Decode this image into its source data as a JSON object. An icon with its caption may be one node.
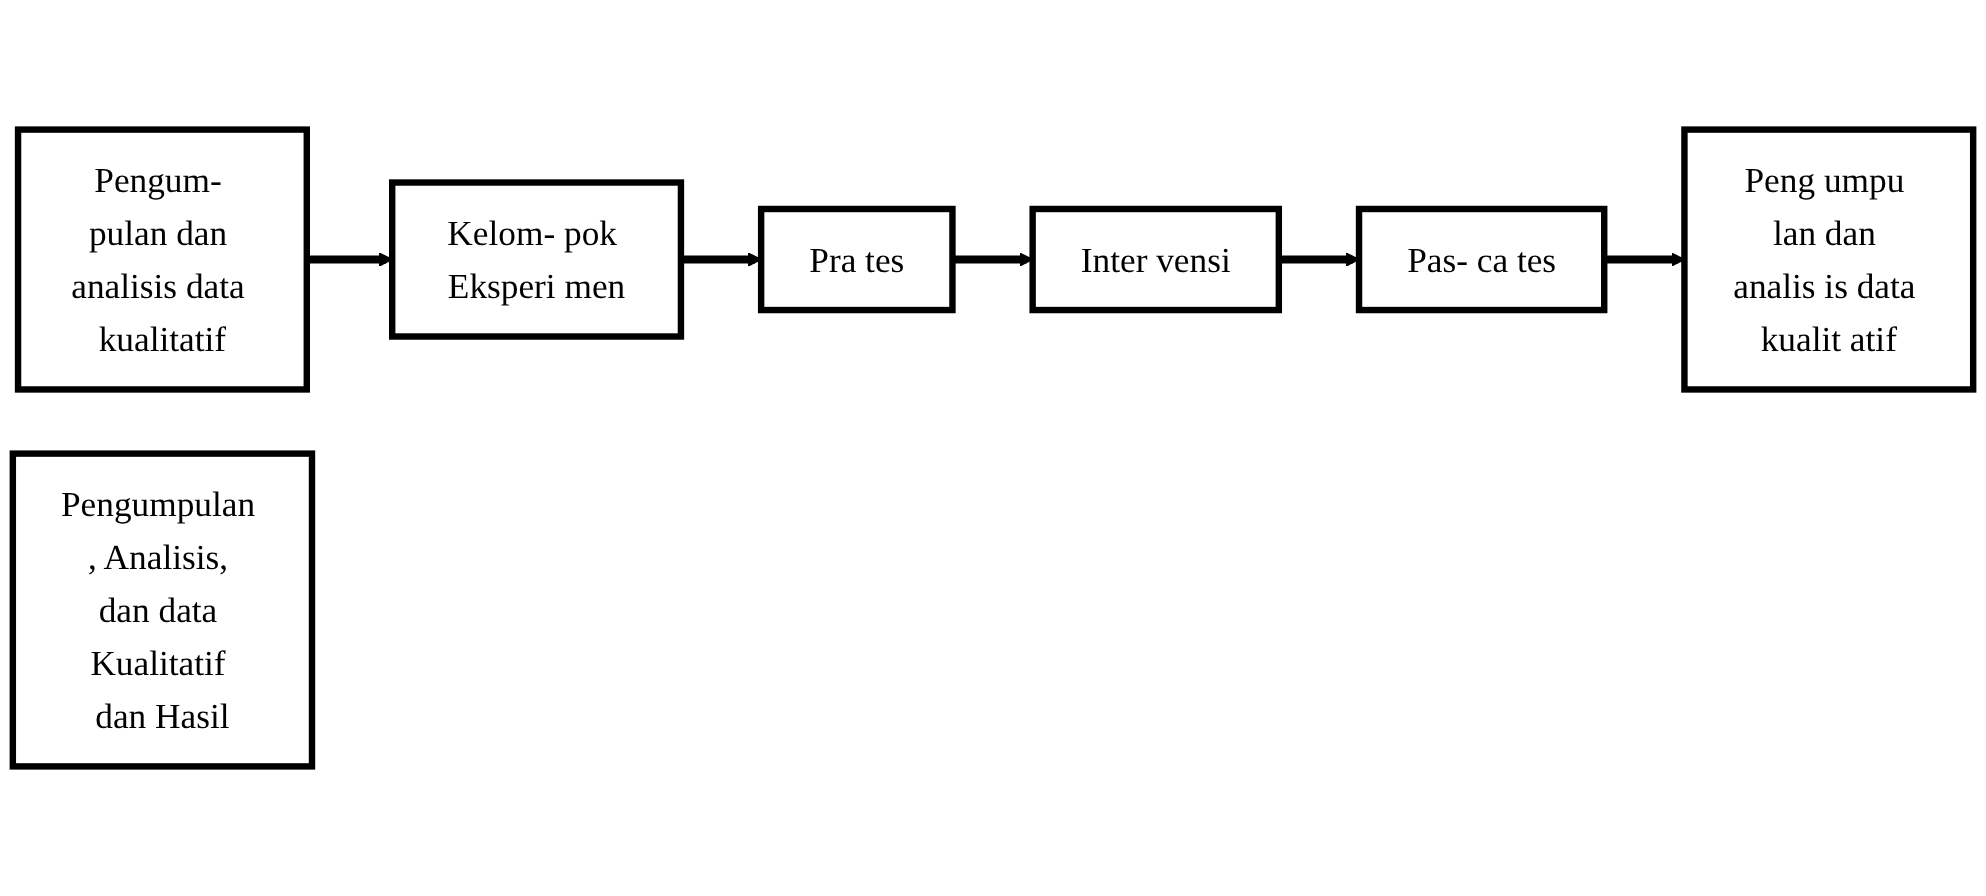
{
  "diagram": {
    "nodes": [
      {
        "text": [
          "Pengum- pulan dan analisis data kualitatif"
        ]
      },
      {
        "text": [
          "Kelom- pok Eksperi men"
        ]
      },
      {
        "text": [
          "Pra tes"
        ]
      },
      {
        "text": [
          "Inter vensi"
        ]
      },
      {
        "text": [
          "Pas- ca tes"
        ]
      },
      {
        "text": [
          "Peng umpu lan dan analis is data kualit atif"
        ]
      },
      {
        "text": [
          "Pengumpulan , Analisis, dan data Kualitatif dan Hasil"
        ]
      }
    ],
    "edges": [
      {
        "from": 0,
        "to": 1,
        "arrow": "to"
      },
      {
        "from": 1,
        "to": 2,
        "arrow": "to"
      },
      {
        "from": 2,
        "to": 3,
        "arrow": "to"
      },
      {
        "from": 3,
        "to": 4,
        "arrow": "to"
      },
      {
        "from": 4,
        "to": 5,
        "arrow": "to"
      }
    ]
  }
}
